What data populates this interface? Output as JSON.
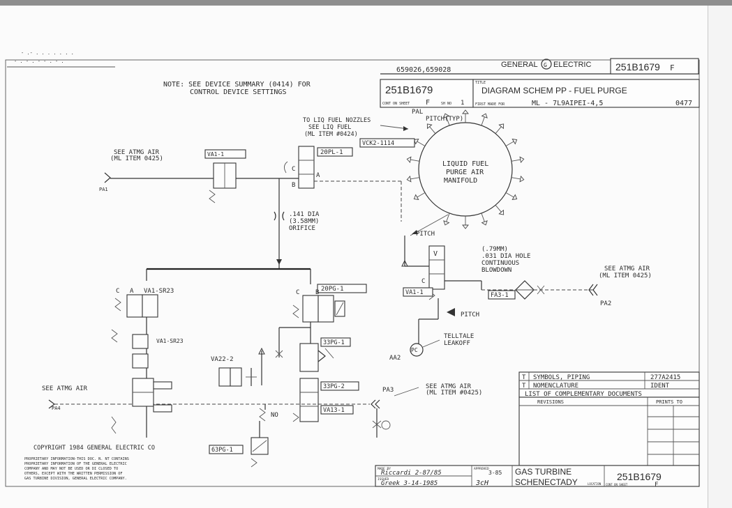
{
  "drawing": {
    "note_line1": "NOTE: SEE DEVICE SUMMARY (0414) FOR",
    "note_line2": "CONTROL DEVICE SETTINGS",
    "ref_numbers": "659026,659028",
    "company": "GENERAL",
    "company2": "ELECTRIC",
    "drawing_number": "251B1679",
    "revision": "F",
    "title_label": "TITLE",
    "title_main": "DIAGRAM SCHEM PP - FUEL PURGE",
    "title_ml": "ML - 7L9AIPEI-4,5",
    "title_code": "0477",
    "first_made_for": "FIRST MADE FOR",
    "cont_on_sheet": "CONT ON SHEET",
    "sh_no": "SH NO",
    "sheet_1": "1"
  },
  "labels": {
    "pal": "PAL",
    "pitch_typ": "PITCH(TYP)",
    "liq_nozzles_1": "TO LIQ FUEL NOZZLES",
    "liq_nozzles_2": "SEE LIQ FUEL",
    "liq_nozzles_3": "(ML ITEM #0424)",
    "manifold_1": "LIQUID FUEL",
    "manifold_2": "PURGE AIR",
    "manifold_3": "MANIFOLD",
    "see_atmg_1": "SEE ATMG AIR",
    "see_atmg_2": "(ML ITEM 0425)",
    "pa1": "PA1",
    "vck2_top": "VA1-1",
    "opc1": "20PL-1",
    "vck2": "VCK2-1114",
    "orifice_1": ".141 DIA",
    "orifice_2": "(3.58MM)",
    "orifice_3": "ORIFICE",
    "pitch_left": "PITCH",
    "hole_1": "(.79MM)",
    "hole_2": ".031 DIA HOLE",
    "hole_3": "CONTINUOUS",
    "hole_4": "BLOWDOWN",
    "va_left": "VA1-1",
    "fa3": "FA3-1",
    "see_atmg_r1": "SEE ATMG AIR",
    "see_atmg_r2": "(ML ITEM 0425)",
    "pa2": "PA2",
    "pitch_low": "PITCH",
    "telltale_1": "TELLTALE",
    "telltale_2": "LEAKOFF",
    "pc": "PC",
    "aa2": "AA2",
    "pg1": "20PG-1",
    "va_ul": "VA1-SR23",
    "pg_small1": "33PG-1",
    "pg_small2": "33PG-2",
    "va13": "VA13-1",
    "va22": "VA22-2",
    "va_mid": "VA1-SR23",
    "pa3": "PA3",
    "see_atmg_b1": "SEE ATMG AIR",
    "see_atmg_b2": "(ML ITEM #0425)",
    "see_atmg_left": "SEE ATMG AIR",
    "pa4": "PA4",
    "no": "NO",
    "pg63": "63PG-1",
    "c": "C",
    "a": "A",
    "b": "B"
  },
  "copyright": {
    "line1": "COPYRIGHT 1984 GENERAL ELECTRIC CO",
    "p1": "PROPRIETARY INFORMATION-THIS DOC. N. NT CONTAINS",
    "p2": "PROPRIETARY INFORMATION OF THE GENERAL ELECTRIC",
    "p3": "COMPANY AND MAY NOT BE USED OR DI CLOSED TO",
    "p4": "OTHERS, EXCEPT WITH THE WRITTEN PERMISSION OF",
    "p5": "GAS TURBINE DIVISION, GENERAL ELECTRIC COMPANY."
  },
  "references": [
    {
      "key": "T",
      "text": "SYMBOLS, PIPING",
      "ref": "277A2415"
    },
    {
      "key": "T",
      "text": "NOMENCLATURE",
      "ref": "IDENT"
    },
    {
      "key": "",
      "text": "LIST OF COMPLEMENTARY DOCUMENTS",
      "ref": ""
    }
  ],
  "revisions": {
    "label": "REVISIONS",
    "prints_to": "PRINTS TO"
  },
  "title_block": {
    "dept": "GAS TURBINE",
    "location": "SCHENECTADY",
    "number": "251B1679",
    "sheet": "F",
    "made_by": "MADE BY",
    "issued": "ISSUED",
    "approved": "APPROVED",
    "location_label": "LOCATION",
    "sig_a": "Riccardi 2-87/85",
    "sig_b": "Greek 3-14-1985",
    "sig_c": "3-85",
    "sig_d": "3cH"
  }
}
